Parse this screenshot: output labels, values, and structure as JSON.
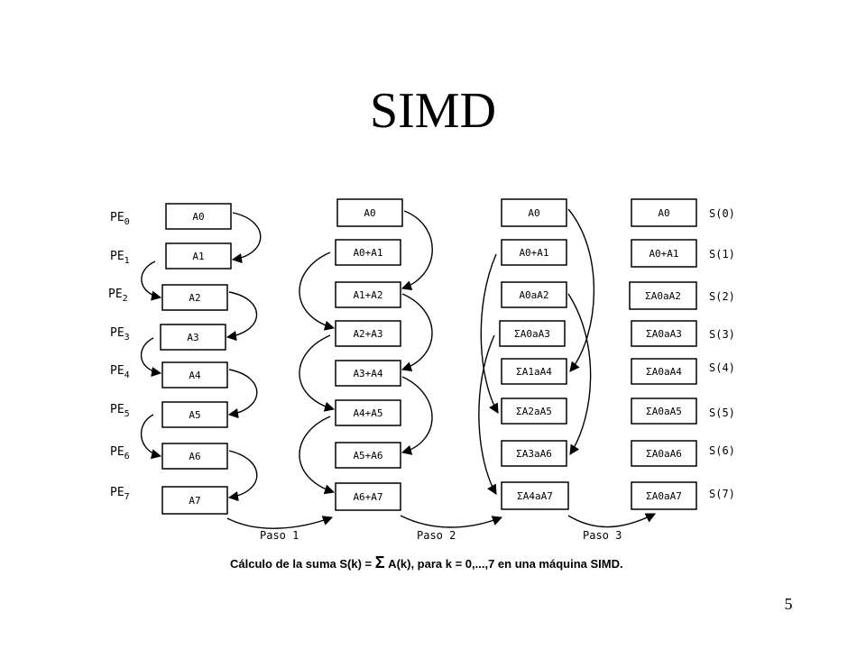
{
  "title": "SIMD",
  "page_number": "5",
  "pe_labels": [
    "PE0",
    "PE1",
    "PE2",
    "PE3",
    "PE4",
    "PE5",
    "PE6",
    "PE7"
  ],
  "columns": [
    {
      "name": "initial",
      "cells": [
        "A0",
        "A1",
        "A2",
        "A3",
        "A4",
        "A5",
        "A6",
        "A7"
      ]
    },
    {
      "name": "paso-1",
      "cells": [
        "A0",
        "A0+A1",
        "A1+A2",
        "A2+A3",
        "A3+A4",
        "A4+A5",
        "A5+A6",
        "A6+A7"
      ]
    },
    {
      "name": "paso-2",
      "cells": [
        "A0",
        "A0+A1",
        "A0aA2",
        "ΣA0aA3",
        "ΣA1aA4",
        "ΣA2aA5",
        "ΣA3aA6",
        "ΣA4aA7"
      ]
    },
    {
      "name": "paso-3",
      "cells": [
        "A0",
        "A0+A1",
        "ΣA0aA2",
        "ΣA0aA3",
        "ΣA0aA4",
        "ΣA0aA5",
        "ΣA0aA6",
        "ΣA0aA7"
      ]
    }
  ],
  "s_labels": [
    "S(0)",
    "S(1)",
    "S(2)",
    "S(3)",
    "S(4)",
    "S(5)",
    "S(6)",
    "S(7)"
  ],
  "steps": [
    "Paso 1",
    "Paso 2",
    "Paso 3"
  ],
  "caption": {
    "prefix": "Cálculo de la suma S(k) = ",
    "sigma": "Σ",
    "suffix": " A(k), para k = 0,...,7 en una máquina SIMD."
  }
}
